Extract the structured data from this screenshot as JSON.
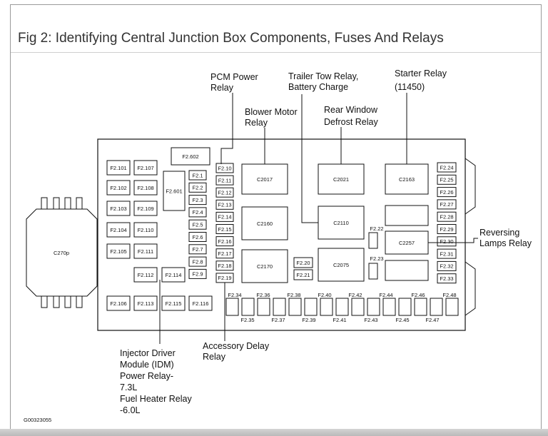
{
  "title": "Fig 2: Identifying Central Junction Box Components, Fuses And Relays",
  "figure_id": "G00323055",
  "connector": "C270p",
  "relays": [
    "F2.602",
    "F2.601",
    "C2017",
    "C2160",
    "C2170",
    "C2021",
    "C2110",
    "C2075",
    "C2163",
    "C2257"
  ],
  "fuses": {
    "left": [
      "F2.101",
      "F2.107",
      "F2.102",
      "F2.108",
      "F2.103",
      "F2.109",
      "F2.104",
      "F2.110",
      "F2.105",
      "F2.111",
      "F2.112",
      "F2.114",
      "F2.106",
      "F2.113",
      "F2.115",
      "F2.116"
    ],
    "col_a": [
      "F2.1",
      "F2.2",
      "F2.3",
      "F2.4",
      "F2.5",
      "F2.6",
      "F2.7",
      "F2.8",
      "F2.9"
    ],
    "col_b": [
      "F2.10",
      "F2.11",
      "F2.12",
      "F2.13",
      "F2.14",
      "F2.15",
      "F2.16",
      "F2.17",
      "F2.18",
      "F2.19"
    ],
    "mid": [
      "F2.20",
      "F2.21"
    ],
    "side": [
      "F2.22",
      "F2.23"
    ],
    "right": [
      "F2.24",
      "F2.25",
      "F2.26",
      "F2.27",
      "F2.28",
      "F2.29",
      "F2.30",
      "F2.31",
      "F2.32",
      "F2.33"
    ],
    "bottom_top": [
      "F2.34",
      "F2.36",
      "F2.38",
      "F2.40",
      "F2.42",
      "F2.44",
      "F2.46",
      "F2.48"
    ],
    "bottom_low": [
      "F2.35",
      "F2.37",
      "F2.39",
      "F2.41",
      "F2.43",
      "F2.45",
      "F2.47"
    ]
  },
  "callouts": {
    "pcm": [
      "PCM Power",
      "Relay"
    ],
    "blower": [
      "Blower Motor",
      "Relay"
    ],
    "trailer": [
      "Trailer Tow Relay,",
      "Battery Charge"
    ],
    "rear": [
      "Rear Window",
      "Defrost Relay"
    ],
    "starter": [
      "Starter Relay",
      "(11450)"
    ],
    "reversing": [
      "Reversing",
      "Lamps Relay"
    ],
    "accessory": [
      "Accessory Delay",
      "Relay"
    ],
    "injector": [
      "Injector Driver",
      "Module (IDM)",
      "Power Relay-",
      "7.3L",
      "Fuel Heater Relay",
      "-6.0L"
    ]
  }
}
